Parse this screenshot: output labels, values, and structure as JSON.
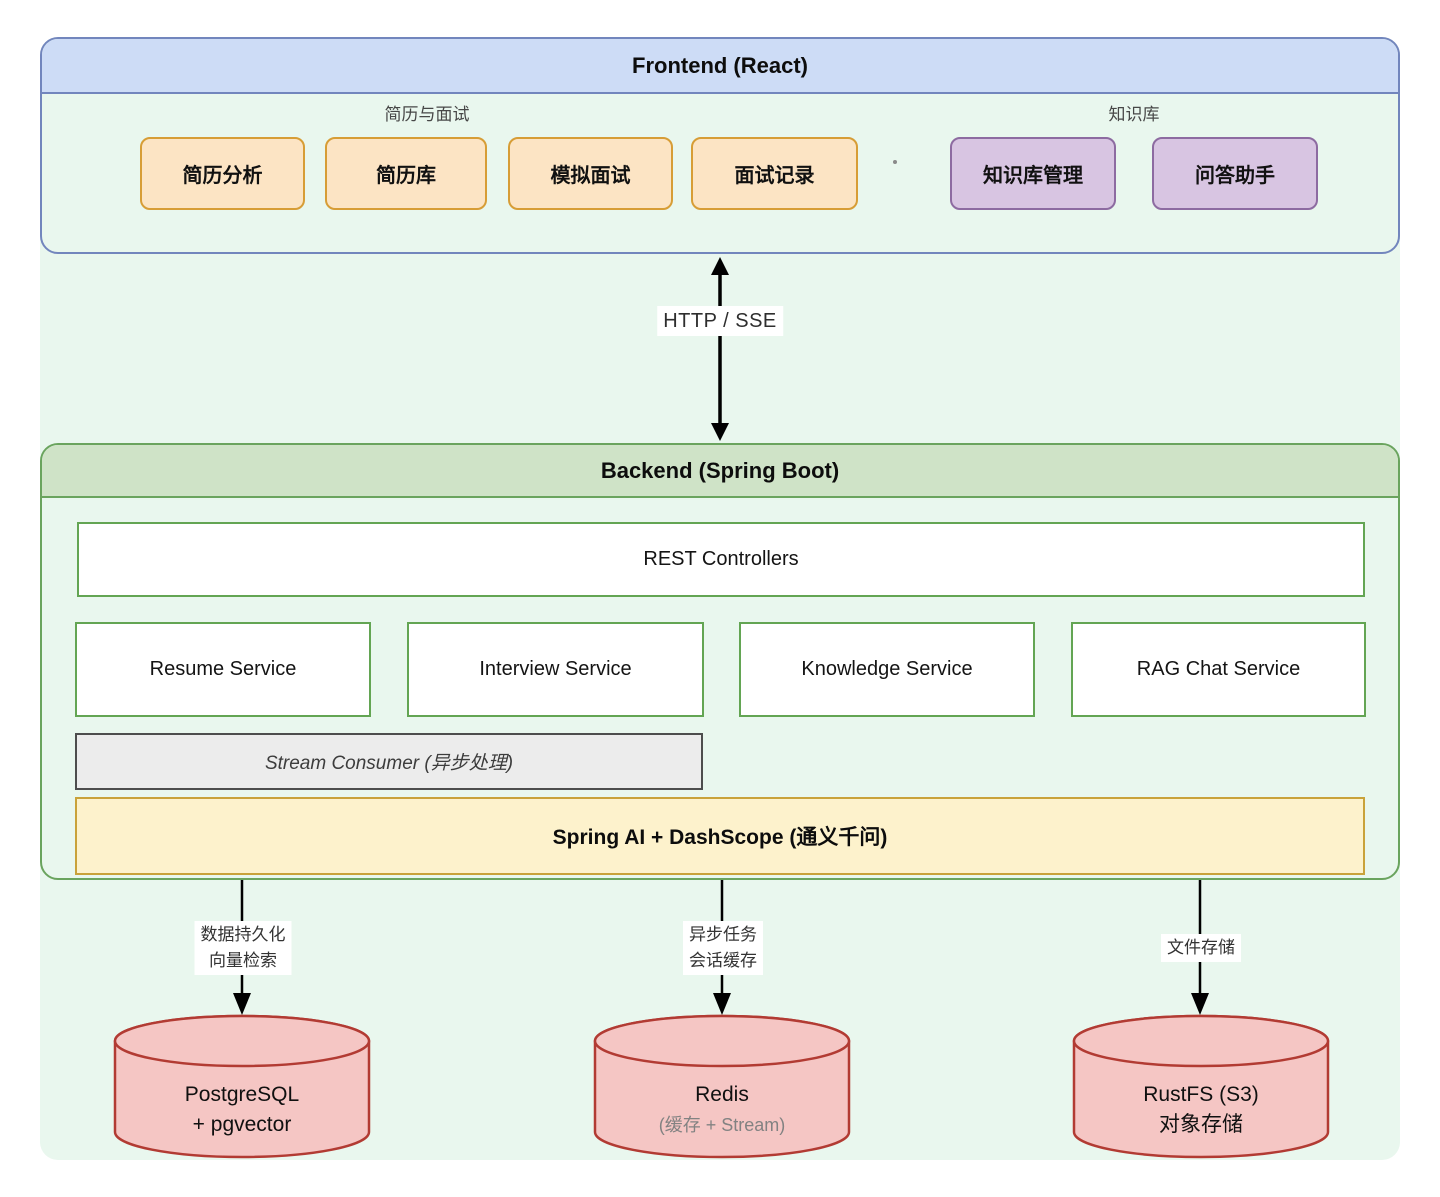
{
  "frontend": {
    "title": "Frontend (React)",
    "resume_group": {
      "label": "简历与面试",
      "buttons": [
        "简历分析",
        "简历库",
        "模拟面试",
        "面试记录"
      ]
    },
    "knowledge_group": {
      "label": "知识库",
      "buttons": [
        "知识库管理",
        "问答助手"
      ]
    }
  },
  "connection": {
    "label": "HTTP / SSE"
  },
  "backend": {
    "title": "Backend (Spring Boot)",
    "rest_controllers": "REST Controllers",
    "services": [
      "Resume Service",
      "Interview Service",
      "Knowledge Service",
      "RAG Chat Service"
    ],
    "stream_consumer": "Stream Consumer (异步处理)",
    "ai_layer": "Spring AI + DashScope (通义千问)"
  },
  "storage": [
    {
      "arrow_lines": [
        "数据持久化",
        "向量检索"
      ],
      "name_lines": [
        "PostgreSQL",
        "+ pgvector"
      ]
    },
    {
      "arrow_lines": [
        "异步任务",
        "会话缓存"
      ],
      "name_lines": [
        "Redis"
      ],
      "subtitle": "(缓存 + Stream)"
    },
    {
      "arrow_lines": [
        "文件存储"
      ],
      "name_lines": [
        "RustFS (S3)",
        "对象存储"
      ]
    }
  ],
  "colors": {
    "canvas_bg": "#e9f7ee",
    "frontend_border": "#7286bd",
    "frontend_header_bg": "#cddcf6",
    "orange_button_bg": "#fce4c4",
    "orange_button_border": "#d79d36",
    "purple_button_bg": "#d8c5e2",
    "purple_button_border": "#8d6ba1",
    "backend_border": "#6aa45e",
    "backend_header_bg": "#cfe3c7",
    "service_border": "#63a553",
    "stream_bg": "#ececec",
    "stream_border": "#4d4d4d",
    "ai_bg": "#fdf2cc",
    "ai_border": "#c9a23a",
    "cylinder_bg": "#f5c6c4",
    "cylinder_border": "#b23b33",
    "arrow_color": "#000000"
  }
}
